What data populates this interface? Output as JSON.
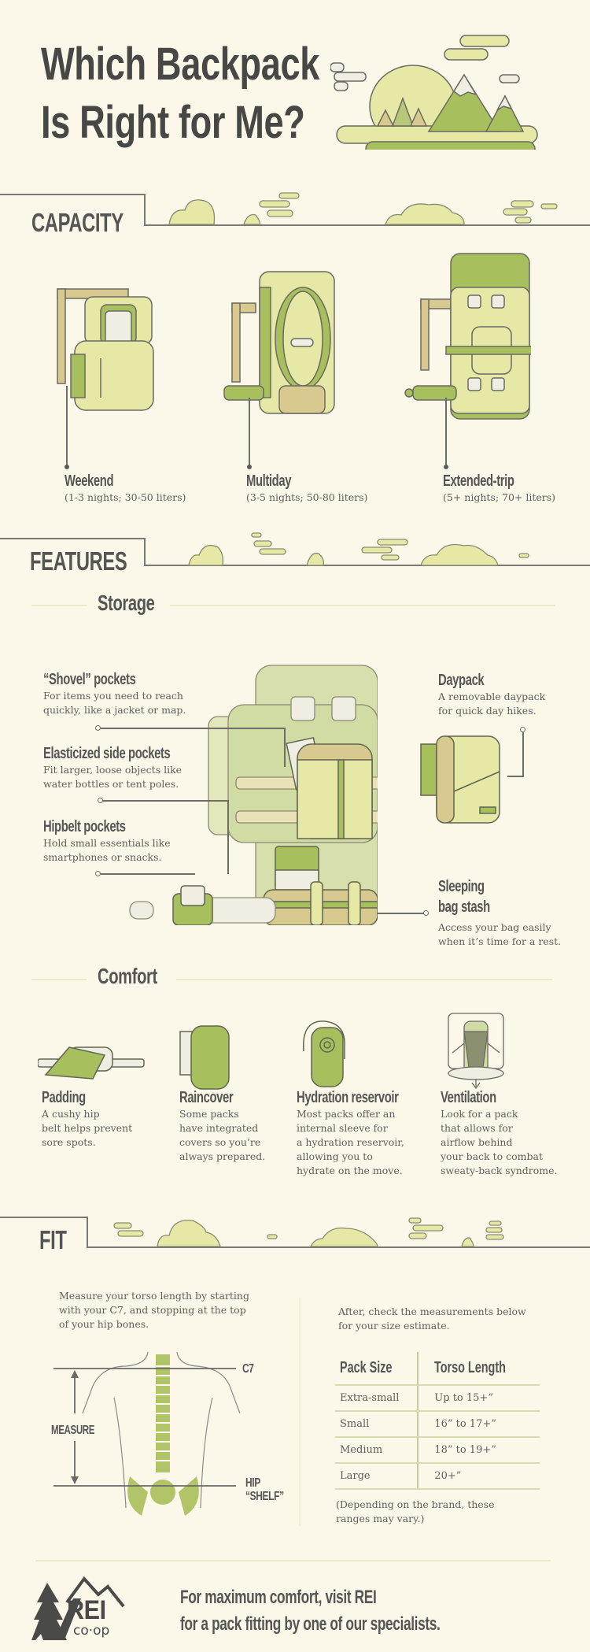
{
  "header": {
    "title_line1": "Which Backpack",
    "title_line2": "Is Right for Me?"
  },
  "colors": {
    "background": "#fcf8e9",
    "text_dark": "#4a4a48",
    "green_light": "#e6e9a6",
    "green_mid": "#a7bf5c",
    "tan": "#d8c98e",
    "line": "#6e6e68"
  },
  "capacity": {
    "heading": "CAPACITY",
    "packs": [
      {
        "name": "Weekend",
        "desc": "(1-3 nights; 30-50 liters)"
      },
      {
        "name": "Multiday",
        "desc": "(3-5 nights; 50-80 liters)"
      },
      {
        "name": "Extended-trip",
        "desc": "(5+ nights; 70+ liters)"
      }
    ]
  },
  "features": {
    "heading": "FEATURES",
    "storage": {
      "heading": "Storage",
      "items": [
        {
          "name": "“Shovel” pockets",
          "desc_line1": "For items you need to reach",
          "desc_line2": "quickly, like a jacket or map."
        },
        {
          "name": "Elasticized side pockets",
          "desc_line1": "Fit larger, loose objects like",
          "desc_line2": "water bottles or tent poles."
        },
        {
          "name": "Hipbelt pockets",
          "desc_line1": "Hold small essentials like",
          "desc_line2": "smartphones or snacks."
        },
        {
          "name": "Daypack",
          "desc_line1": "A removable daypack",
          "desc_line2": "for quick day hikes."
        },
        {
          "name_line1": "Sleeping",
          "name_line2": "bag stash",
          "desc_line1": "Access your bag easily",
          "desc_line2": "when it’s time for a rest."
        }
      ]
    },
    "comfort": {
      "heading": "Comfort",
      "items": [
        {
          "name": "Padding",
          "lines": [
            "A cushy hip",
            "belt helps prevent",
            "sore spots."
          ]
        },
        {
          "name": "Raincover",
          "lines": [
            "Some packs",
            "have integrated",
            "covers so you’re",
            "always prepared."
          ]
        },
        {
          "name": "Hydration reservoir",
          "lines": [
            "Most packs offer an",
            "internal sleeve for",
            "a hydration reservoir,",
            "allowing you to",
            "hydrate on the move."
          ]
        },
        {
          "name": "Ventilation",
          "lines": [
            "Look for a pack",
            "that allows for",
            "airflow behind",
            "your back to combat",
            "sweaty-back syndrome."
          ]
        }
      ]
    }
  },
  "fit": {
    "heading": "FIT",
    "instructions_lines": [
      "Measure your torso length by starting",
      "with your C7, and stopping at the top",
      "of your hip bones."
    ],
    "check_lines": [
      "After, check the measurements below",
      "for your size estimate."
    ],
    "diagram": {
      "top_label": "C7",
      "measure_label": "MEASURE",
      "bottom_label_line1": "HIP",
      "bottom_label_line2": "“SHELF”"
    },
    "table": {
      "headers": [
        "Pack Size",
        "Torso Length"
      ],
      "rows": [
        [
          "Extra-small",
          "Up to 15+”"
        ],
        [
          "Small",
          "16” to 17+”"
        ],
        [
          "Medium",
          "18” to 19+”"
        ],
        [
          "Large",
          "20+”"
        ]
      ]
    },
    "note_lines": [
      "(Depending on the brand, these",
      "ranges may vary.)"
    ]
  },
  "footer": {
    "logo_text": "REI",
    "logo_sub": "co·op",
    "cta_line1": "For maximum comfort, visit REI",
    "cta_line2": "for a pack fitting by one of our specialists."
  }
}
